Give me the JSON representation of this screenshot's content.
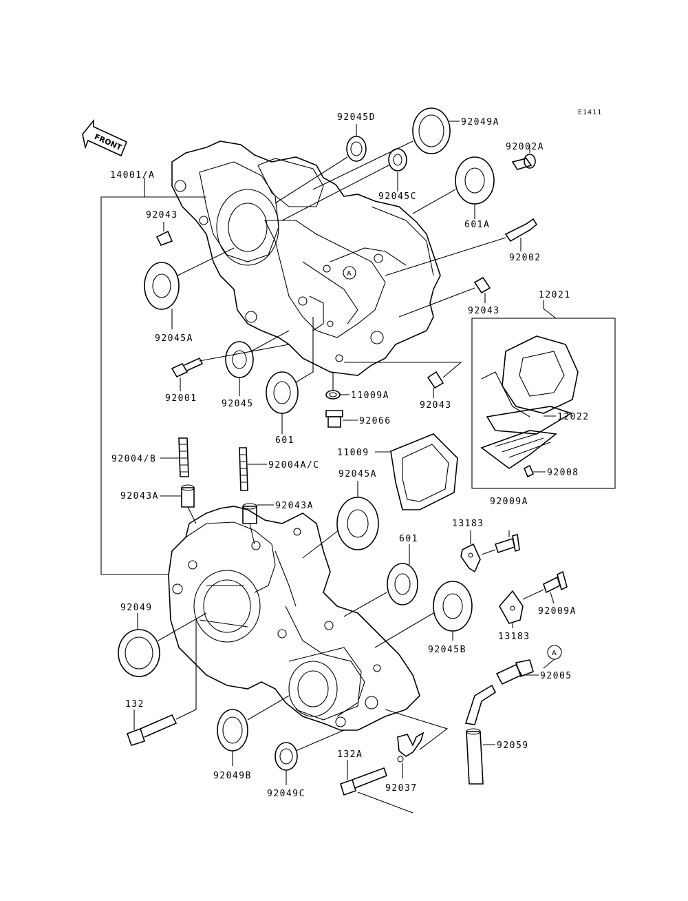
{
  "diagram_ref": "E1411",
  "front_label": "FRONT",
  "ref_marker": "A",
  "labels": {
    "p92045D": "92045D",
    "p92049A": "92049A",
    "p92002A": "92002A",
    "p14001A": "14001/A",
    "p92045C": "92045C",
    "p92043_a": "92043",
    "p601A": "601A",
    "p92002": "92002",
    "p92045A_top": "92045A",
    "p92043_b": "92043",
    "p12021": "12021",
    "p92001": "92001",
    "p92045": "92045",
    "p11009A": "11009A",
    "p92043_c": "92043",
    "p12022": "12022",
    "p92066": "92066",
    "p601_top": "601",
    "p92004B": "92004/B",
    "p92004AC": "92004A/C",
    "p11009": "11009",
    "p92008": "92008",
    "p92043A_left": "92043A",
    "p92043A_mid": "92043A",
    "p92045A_bottom": "92045A",
    "p92009A_top": "92009A",
    "p13183_top": "13183",
    "p601_bottom": "601",
    "p92049": "92049",
    "p92045B": "92045B",
    "p92009A_bottom": "92009A",
    "p13183_bottom": "13183",
    "p92005": "92005",
    "p132": "132",
    "p92059": "92059",
    "p132A": "132A",
    "p92049B": "92049B",
    "p92037": "92037",
    "p92049C": "92049C"
  }
}
